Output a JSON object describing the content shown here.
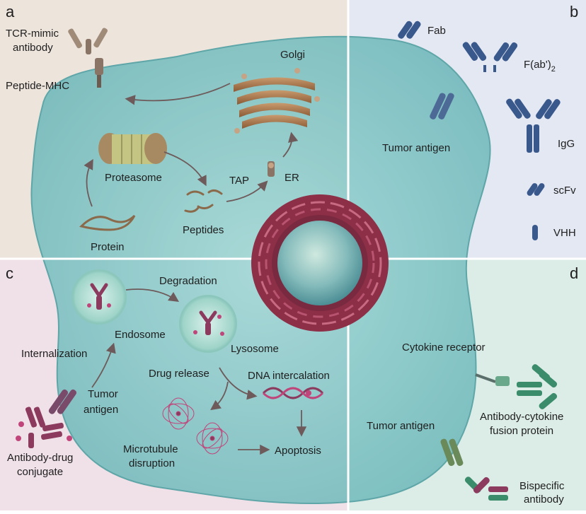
{
  "panels": {
    "a": {
      "letter": "a",
      "labels": {
        "tcr_mimic": [
          "TCR-mimic",
          "antibody"
        ],
        "peptide_mhc": "Peptide-MHC",
        "golgi": "Golgi",
        "proteasome": "Proteasome",
        "tap": "TAP",
        "er": "ER",
        "peptides": "Peptides",
        "protein": "Protein"
      }
    },
    "b": {
      "letter": "b",
      "labels": {
        "fab": "Fab",
        "fab2": "F(ab')",
        "fab2_sub": "2",
        "igg": "IgG",
        "scfv": "scFv",
        "vhh": "VHH",
        "tumor_antigen": "Tumor antigen"
      }
    },
    "c": {
      "letter": "c",
      "labels": {
        "degradation": "Degradation",
        "endosome": "Endosome",
        "lysosome": "Lysosome",
        "internalization": "Internalization",
        "drug_release": "Drug release",
        "dna_intercalation": "DNA intercalation",
        "tumor_antigen": [
          "Tumor",
          "antigen"
        ],
        "adc": [
          "Antibody-drug",
          "conjugate"
        ],
        "microtubule": [
          "Microtubule",
          "disruption"
        ],
        "apoptosis": "Apoptosis"
      }
    },
    "d": {
      "letter": "d",
      "labels": {
        "cytokine_receptor": "Cytokine receptor",
        "fusion_protein": [
          "Antibody-cytokine",
          "fusion protein"
        ],
        "tumor_antigen": "Tumor antigen",
        "bispecific": [
          "Bispecific",
          "antibody"
        ]
      }
    }
  },
  "colors": {
    "panel_a_bg": "#ede4dc",
    "panel_b_bg": "#e4e8f3",
    "panel_c_bg": "#f0e0e7",
    "panel_d_bg": "#dcece7",
    "cell_fill": "#7fc3c4",
    "nucleus": "#9b3a50",
    "golgi": "#9a6a43",
    "antibody_blue": "#39588c",
    "antibody_pink": "#8c3a5e",
    "antibody_green": "#3a8c6a",
    "arrow": "#6e5a5a"
  },
  "icons": [
    "tcr-mimic-antibody-icon",
    "peptide-mhc-icon",
    "golgi-icon",
    "proteasome-icon",
    "peptides-icon",
    "protein-icon",
    "er-receptor-icon",
    "fab-icon",
    "fab2-icon",
    "igg-icon",
    "scfv-icon",
    "vhh-icon",
    "tumor-antigen-icon",
    "endosome-icon",
    "lysosome-icon",
    "adc-icon",
    "dna-helix-icon",
    "microtubule-icon",
    "cytokine-receptor-icon",
    "fusion-protein-icon",
    "bispecific-antibody-icon",
    "nucleus-icon"
  ]
}
